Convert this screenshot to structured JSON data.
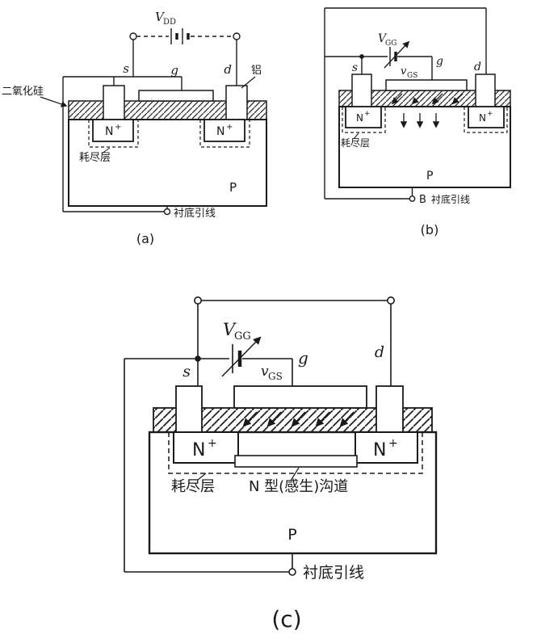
{
  "page": {
    "background": "#ffffff",
    "ink": "#1a1a1a"
  },
  "labels": {
    "s": "s",
    "g": "g",
    "d": "d",
    "aluminum": "铝",
    "sio2": "二氧化硅",
    "depletion": "耗尽层",
    "p": "P",
    "b": "B",
    "substrate_lead": "衬底引线",
    "channel": "N 型(感生)沟道",
    "n": "N",
    "plus": "+",
    "v_cap": "V",
    "v_low": "v",
    "dd": "DD",
    "gg": "GG",
    "gs": "GS"
  },
  "captions": {
    "a": "(a)",
    "b": "(b)",
    "c": "(c)"
  }
}
